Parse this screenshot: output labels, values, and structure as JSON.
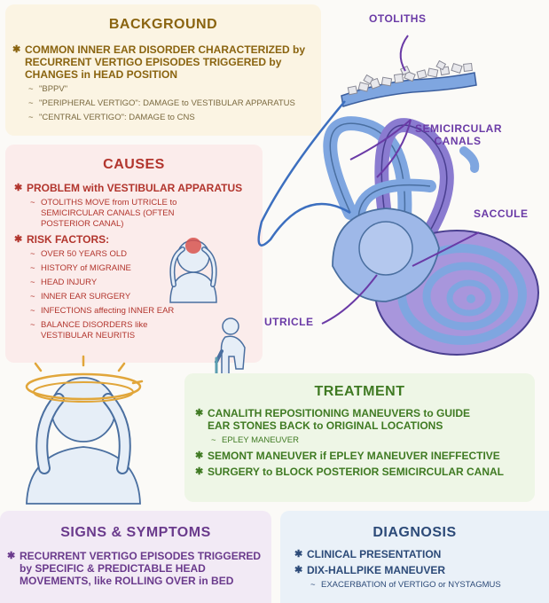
{
  "background": {
    "heading": "BACKGROUND",
    "main": "COMMON INNER EAR DISORDER CHARACTERIZED by RECURRENT VERTIGO EPISODES TRIGGERED by CHANGES in HEAD POSITION",
    "subs": [
      "\"BPPV\"",
      "\"PERIPHERAL VERTIGO\": DAMAGE to VESTIBULAR APPARATUS",
      "\"CENTRAL VERTIGO\": DAMAGE to CNS"
    ]
  },
  "causes": {
    "heading": "CAUSES",
    "item1": "PROBLEM with VESTIBULAR APPARATUS",
    "item1_sub": "OTOLITHS MOVE from UTRICLE to SEMICIRCULAR CANALS (OFTEN POSTERIOR CANAL)",
    "item2": "RISK FACTORS:",
    "risk_factors": [
      "OVER 50 YEARS OLD",
      "HISTORY of MIGRAINE",
      "HEAD INJURY",
      "INNER EAR SURGERY",
      "INFECTIONS affecting INNER EAR",
      "BALANCE DISORDERS like VESTIBULAR NEURITIS"
    ]
  },
  "treatment": {
    "heading": "TREATMENT",
    "item1": "CANALITH REPOSITIONING MANEUVERS to GUIDE EAR STONES BACK to ORIGINAL LOCATIONS",
    "item1_sub": "EPLEY MANEUVER",
    "item2": "SEMONT MANEUVER if EPLEY MANEUVER INEFFECTIVE",
    "item3": "SURGERY to BLOCK POSTERIOR SEMICIRCULAR CANAL"
  },
  "signs": {
    "heading": "SIGNS & SYMPTOMS",
    "item1": "RECURRENT VERTIGO EPISODES TRIGGERED by SPECIFIC & PREDICTABLE HEAD MOVEMENTS, like ROLLING OVER in BED"
  },
  "diagnosis": {
    "heading": "DIAGNOSIS",
    "item1": "CLINICAL PRESENTATION",
    "item2": "DIX-HALLPIKE MANEUVER",
    "item2_sub": "EXACERBATION of VERTIGO or NYSTAGMUS"
  },
  "diagram_labels": {
    "otoliths": "OTOLITHS",
    "semicircular_line1": "SEMICIRCULAR",
    "semicircular_line2": "CANALS",
    "saccule": "SACCULE",
    "utricle": "UTRICLE"
  },
  "colors": {
    "background": "#fbf4e3",
    "causes": "#fbeceb",
    "treatment": "#eef6e6",
    "signs": "#f2eaf5",
    "diagnosis": "#eaf1f8",
    "ear_purple": "#8a7bd0",
    "ear_blue": "#7fa6e0",
    "label_purple": "#6a3aa6"
  },
  "icons": [
    "dizzy-person-icon",
    "headache-person-icon",
    "elderly-person-with-cane-icon",
    "otolith-crystals-icon",
    "inner-ear-icon"
  ]
}
